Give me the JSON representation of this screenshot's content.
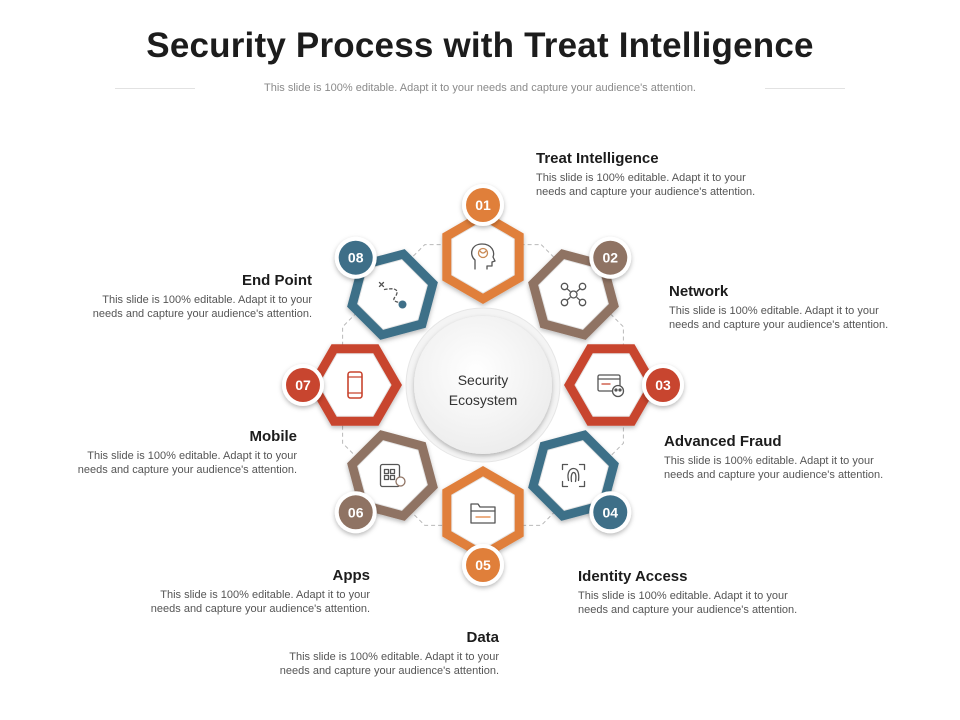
{
  "title": "Security Process with Treat Intelligence",
  "subtitle": "This slide is 100% editable. Adapt it to your needs and capture your audience's attention.",
  "center": {
    "line1": "Security",
    "line2": "Ecosystem"
  },
  "colors": {
    "orange": "#e07f3a",
    "brown": "#8f7363",
    "red": "#c8452f",
    "teal": "#3e6f88"
  },
  "steps": [
    {
      "num": "01",
      "title": "Treat Intelligence",
      "desc1": "This slide is 100% editable. Adapt it to your",
      "desc2": "needs and capture your audience's attention.",
      "color": "orange",
      "icon": "brain-head-icon"
    },
    {
      "num": "02",
      "title": "Network",
      "desc1": "This slide is 100% editable. Adapt it to your",
      "desc2": "needs and capture your audience's attention.",
      "color": "brown",
      "icon": "network-icon"
    },
    {
      "num": "03",
      "title": "Advanced Fraud",
      "desc1": "This slide is 100% editable. Adapt it to your",
      "desc2": "needs and capture your audience's attention.",
      "color": "red",
      "icon": "fraud-window-icon"
    },
    {
      "num": "04",
      "title": "Identity Access",
      "desc1": "This slide is 100% editable. Adapt it to your",
      "desc2": "needs and capture your audience's attention.",
      "color": "teal",
      "icon": "fingerprint-icon"
    },
    {
      "num": "05",
      "title": "Data",
      "desc1": "This slide is 100% editable. Adapt it to your",
      "desc2": "needs and capture your audience's attention.",
      "color": "orange",
      "icon": "folder-icon"
    },
    {
      "num": "06",
      "title": "Apps",
      "desc1": "This slide is 100% editable. Adapt it to your",
      "desc2": "needs and capture your audience's attention.",
      "color": "brown",
      "icon": "apps-icon"
    },
    {
      "num": "07",
      "title": "Mobile",
      "desc1": "This slide is 100% editable. Adapt it to your",
      "desc2": "needs and capture your audience's attention.",
      "color": "red",
      "icon": "mobile-icon"
    },
    {
      "num": "08",
      "title": "End Point",
      "desc1": "This slide is 100% editable. Adapt it to your",
      "desc2": "needs and capture your audience's attention.",
      "color": "teal",
      "icon": "endpoint-path-icon"
    }
  ]
}
